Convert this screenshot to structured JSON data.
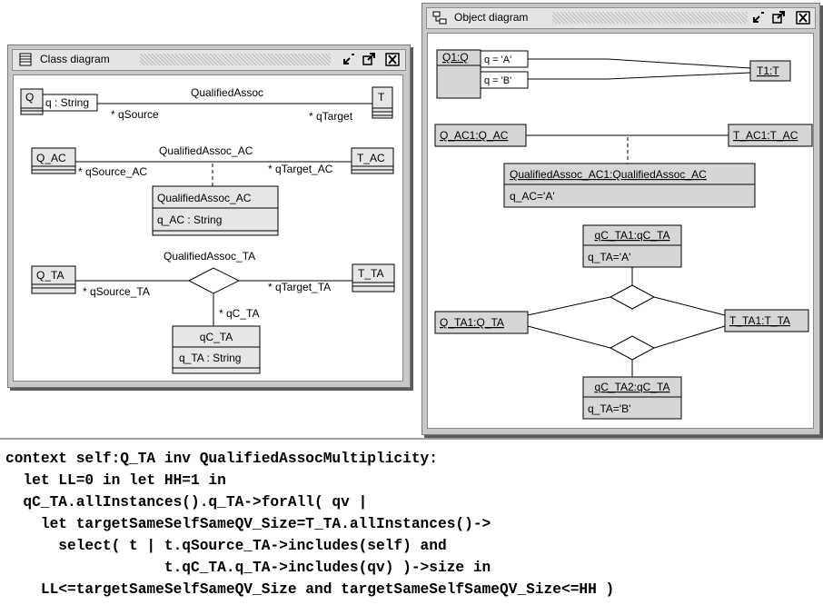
{
  "class_window": {
    "title": "Class diagram",
    "classes": {
      "q": "Q",
      "t": "T",
      "q_ac": "Q_AC",
      "t_ac": "T_AC",
      "assoc_ac_class": "QualifiedAssoc_AC",
      "q_ta": "Q_TA",
      "t_ta": "T_TA",
      "qc_ta": "qC_TA"
    },
    "attributes": {
      "qualifier_q": "q : String",
      "assoc_ac_attr": "q_AC : String",
      "qc_ta_attr": "q_TA : String"
    },
    "associations": {
      "qualified_assoc": "QualifiedAssoc",
      "qualified_assoc_ac": "QualifiedAssoc_AC",
      "qualified_assoc_ta": "QualifiedAssoc_TA"
    },
    "roles": {
      "q_source": "* qSource",
      "q_target": "* qTarget",
      "q_source_ac": "* qSource_AC",
      "q_target_ac": "* qTarget_AC",
      "q_source_ta": "* qSource_TA",
      "q_target_ta": "* qTarget_TA",
      "qc_ta": "* qC_TA"
    }
  },
  "object_window": {
    "title": "Object diagram",
    "objects": {
      "q1": "Q1:Q",
      "t1": "T1:T",
      "q_ac1": "Q_AC1:Q_AC",
      "t_ac1": "T_AC1:T_AC",
      "assoc_ac1": "QualifiedAssoc_AC1:QualifiedAssoc_AC",
      "qc_ta1": "qC_TA1:qC_TA",
      "q_ta1": "Q_TA1:Q_TA",
      "t_ta1": "T_TA1:T_TA",
      "qc_ta2": "qC_TA2:qC_TA"
    },
    "values": {
      "qualifier_a": "q = 'A'",
      "qualifier_b": "q = 'B'",
      "assoc_ac1_attr": "q_AC='A'",
      "qc_ta1_attr": "q_TA='A'",
      "qc_ta2_attr": "q_TA='B'"
    }
  },
  "ocl_code": {
    "lines": [
      "context self:Q_TA inv QualifiedAssocMultiplicity:",
      "  let LL=0 in let HH=1 in",
      "  qC_TA.allInstances().q_TA->forAll( qv |",
      "    let targetSameSelfSameQV_Size=T_TA.allInstances()->",
      "      select( t | t.qSource_TA->includes(self) and",
      "                  t.qC_TA.q_TA->includes(qv) )->size in",
      "    LL<=targetSameSelfSameQV_Size and targetSameSelfSameQV_Size<=HH )"
    ]
  },
  "colors": {
    "window_frame": "#c8c8c8",
    "titlebar": "#e4e4e4",
    "class_box_fill": "#e6e6e6",
    "object_box_fill": "#d6d6d6"
  },
  "icons": [
    "class-diagram-icon",
    "object-diagram-icon",
    "minimize-icon",
    "maximize-icon",
    "close-icon"
  ]
}
